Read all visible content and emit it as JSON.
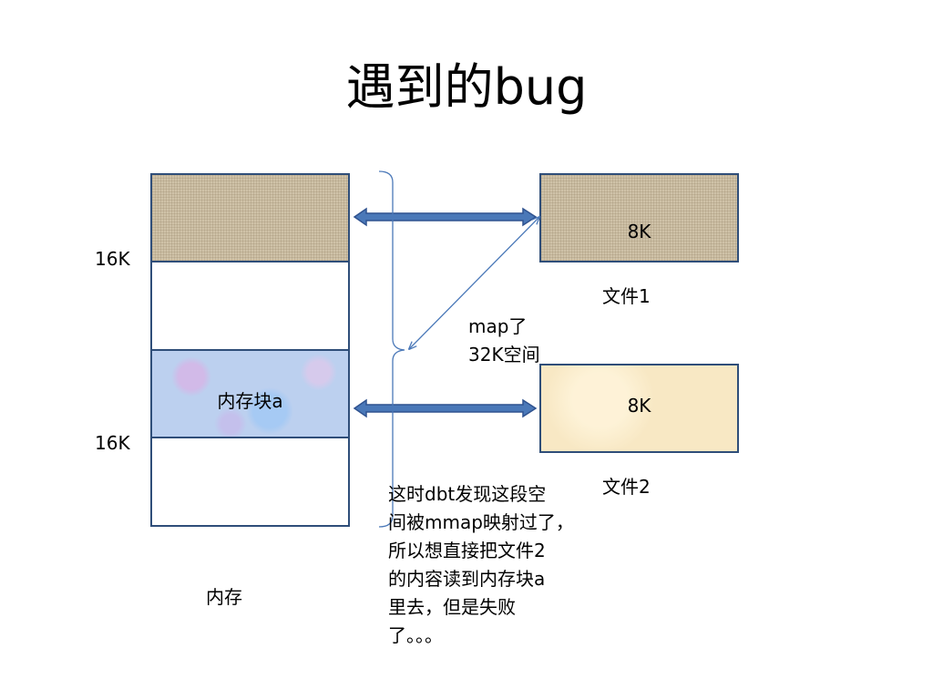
{
  "title": "遇到的bug",
  "memory": {
    "block_a_label": "内存块a",
    "size_top": "16K",
    "size_bottom": "16K",
    "caption": "内存"
  },
  "file1": {
    "size": "8K",
    "caption": "文件1"
  },
  "file2": {
    "size": "8K",
    "caption": "文件2"
  },
  "map_note": [
    "map了",
    "32K空间"
  ],
  "explanation": [
    "这时dbt发现这段空",
    "间被mmap映射过了，",
    "所以想直接把文件2",
    "的内容读到内存块a",
    "里去，但是失败",
    "了。。。"
  ],
  "colors": {
    "block_border": "#2f4e79",
    "arrow_fill": "#4a78b8",
    "arrow_stroke": "#2f528f",
    "thin_line": "#4a78b8"
  }
}
